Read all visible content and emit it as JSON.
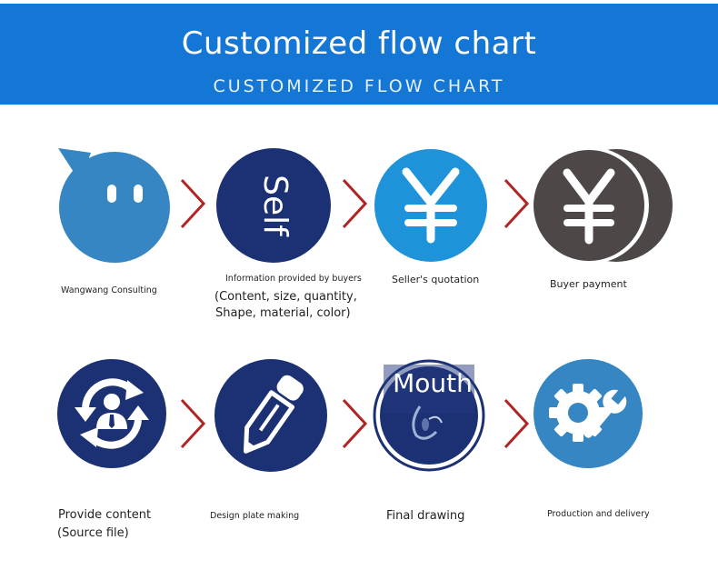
{
  "header": {
    "title": "Customized flow chart",
    "subtitle": "CUSTOMIZED FLOW CHART"
  },
  "colors": {
    "banner": "#1477d6",
    "arrow": "#b22424",
    "steel_blue": "#3586c2",
    "navy": "#1c3173",
    "sky": "#1f93d9",
    "dark_gray": "#4d4847"
  },
  "steps": [
    {
      "label": "Wangwang Consulting",
      "icon": "chat-bubble-icon"
    },
    {
      "label": "Information provided by buyers",
      "detail_line1": "(Content, size, quantity,",
      "detail_line2": "Shape, material, color)",
      "icon_text": "Self",
      "icon": "self-badge-icon"
    },
    {
      "label": "Seller's quotation",
      "icon": "yen-icon"
    },
    {
      "label": "Buyer payment",
      "icon": "yen-coin-icon"
    },
    {
      "label": "Provide content",
      "detail_line1": "(Source file)",
      "icon": "person-refresh-icon"
    },
    {
      "label": "Design plate making",
      "icon": "pencil-icon"
    },
    {
      "label": "Final drawing",
      "icon_text": "Mouth",
      "icon": "final-drawing-icon"
    },
    {
      "label": "Production and delivery",
      "icon": "gear-wrench-icon"
    }
  ]
}
